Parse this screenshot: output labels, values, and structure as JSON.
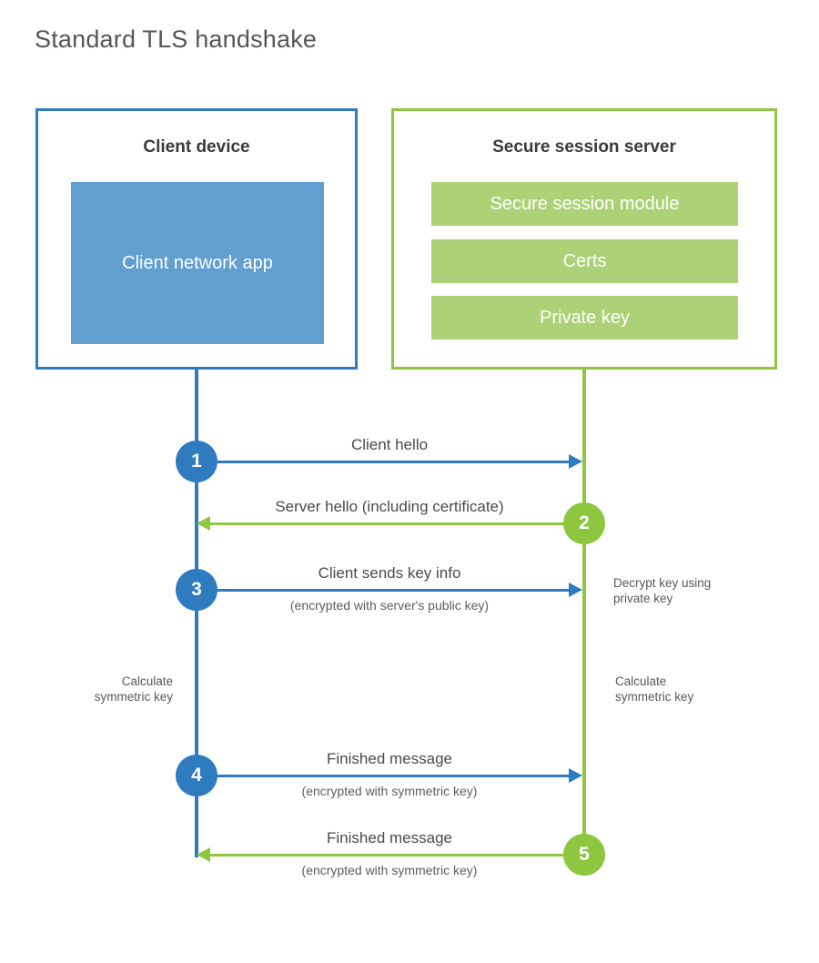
{
  "diagram": {
    "title": "Standard TLS handshake",
    "colors": {
      "client_blue": "#2E7CBF",
      "client_app_fill": "#619FD1",
      "server_green": "#8DC63F",
      "server_band_fill": "#ACD176",
      "title_text": "#565656",
      "body_text": "#4a4a4a",
      "background": "#ffffff"
    }
  },
  "client": {
    "title": "Client device",
    "app_label": "Client network app"
  },
  "server": {
    "title": "Secure session server",
    "bands": [
      {
        "label": "Secure session module"
      },
      {
        "label": "Certs"
      },
      {
        "label": "Private key"
      }
    ]
  },
  "messages": [
    {
      "step": "1",
      "label": "Client hello",
      "sublabel": "",
      "direction": "client-to-server",
      "color": "blue"
    },
    {
      "step": "2",
      "label": "Server hello (including certificate)",
      "sublabel": "",
      "direction": "server-to-client",
      "color": "green"
    },
    {
      "step": "3",
      "label": "Client sends key info",
      "sublabel": "(encrypted with server's public key)",
      "direction": "client-to-server",
      "color": "blue"
    },
    {
      "step": "4",
      "label": "Finished message",
      "sublabel": "(encrypted with symmetric key)",
      "direction": "client-to-server",
      "color": "blue"
    },
    {
      "step": "5",
      "label": "Finished message",
      "sublabel": "(encrypted with symmetric key)",
      "direction": "server-to-client",
      "color": "green"
    }
  ],
  "notes": {
    "server_decrypt": "Decrypt key using\nprivate key",
    "server_calculate": "Calculate\nsymmetric key",
    "client_calculate": "Calculate\nsymmetric key"
  }
}
